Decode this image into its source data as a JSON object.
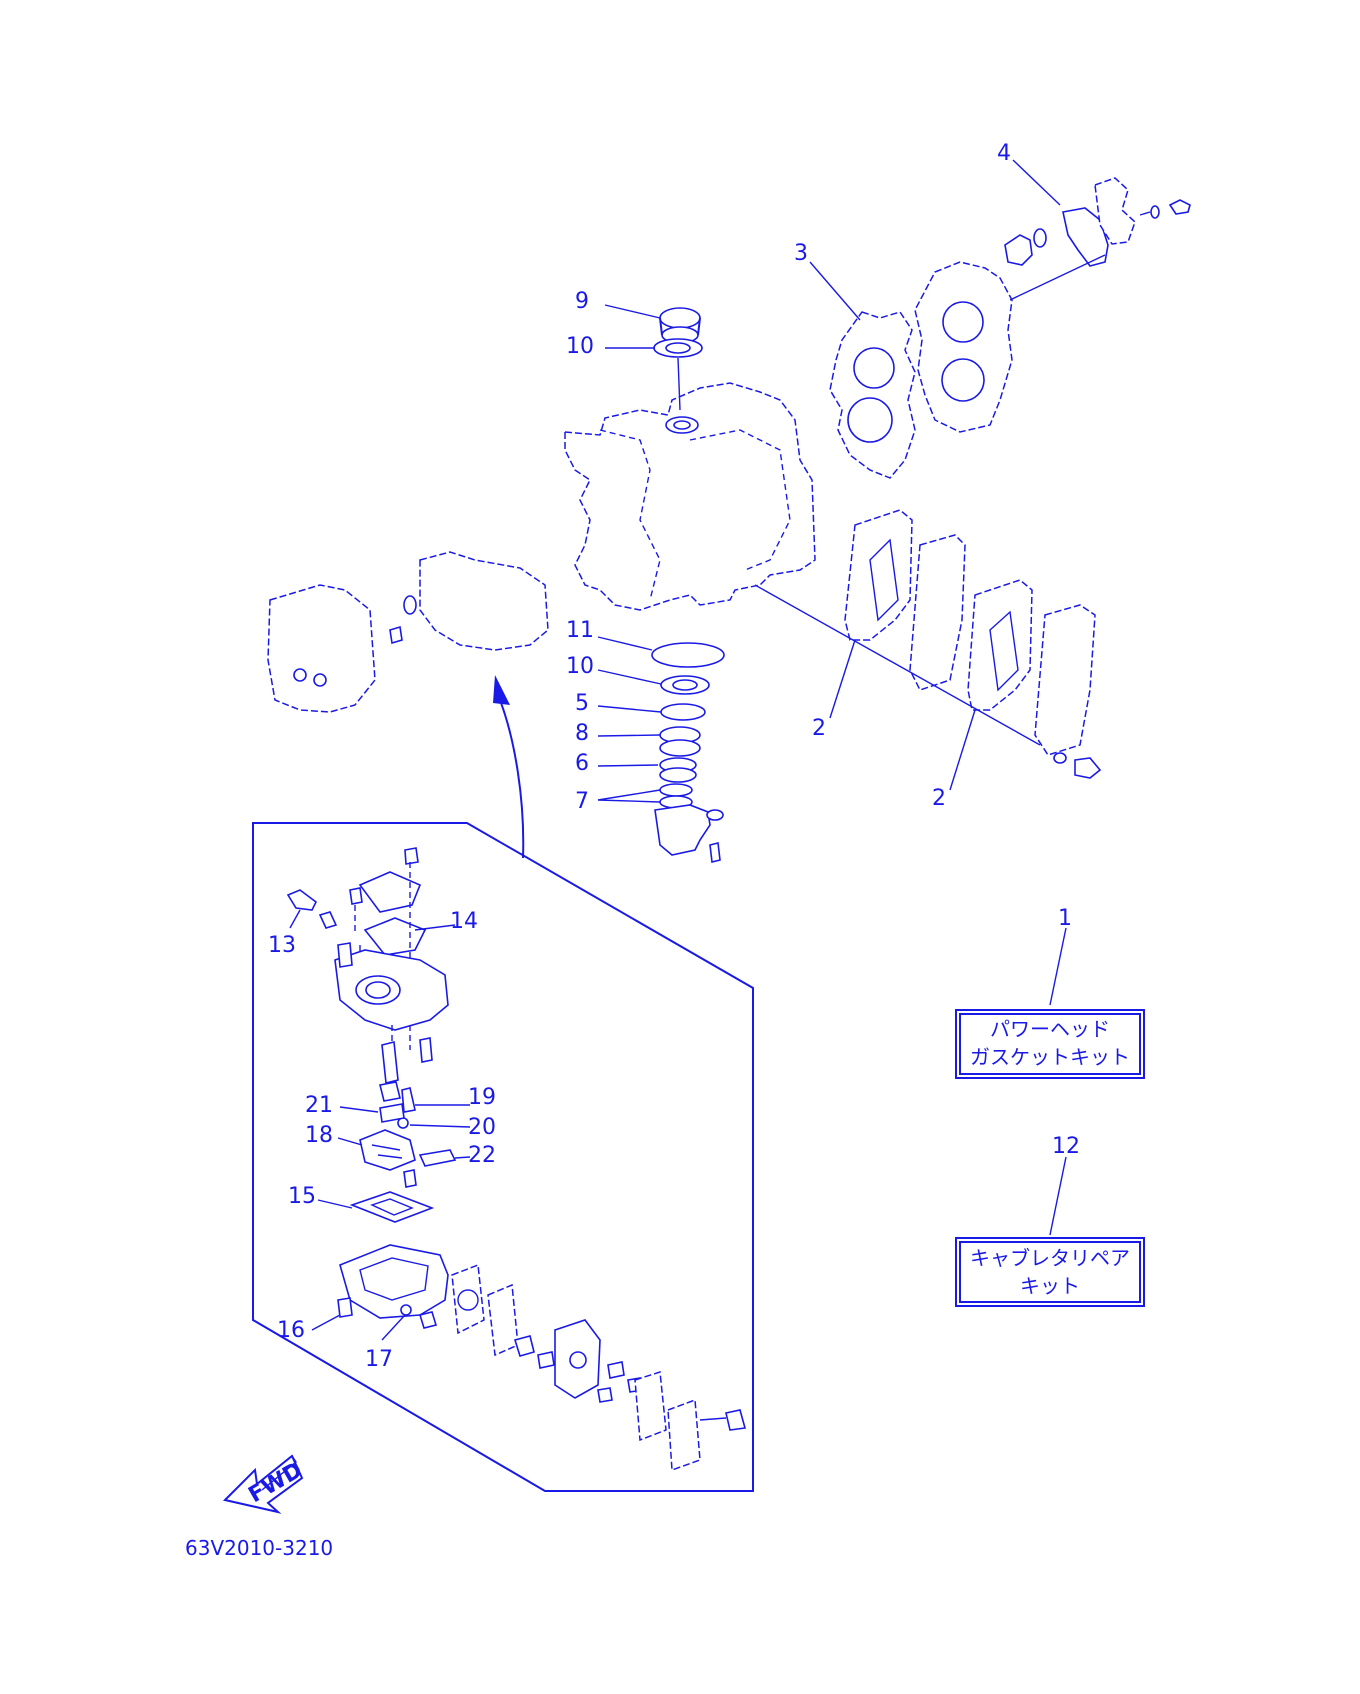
{
  "diagram_code": "63V2010-3210",
  "fwd_label": "FWD",
  "kits": [
    {
      "number": "1",
      "line1": "パワーヘッド",
      "line2": "ガスケットキット"
    },
    {
      "number": "12",
      "line1": "キャブレタリペア",
      "line2": "キット"
    }
  ],
  "callouts": {
    "c2a": "2",
    "c2b": "2",
    "c3": "3",
    "c4": "4",
    "c5": "5",
    "c6": "6",
    "c7": "7",
    "c8": "8",
    "c9": "9",
    "c10a": "10",
    "c10b": "10",
    "c11": "11",
    "c13": "13",
    "c14": "14",
    "c15": "15",
    "c16": "16",
    "c17": "17",
    "c18": "18",
    "c19": "19",
    "c20": "20",
    "c21": "21",
    "c22": "22"
  },
  "colors": {
    "line": "#1a1ae6",
    "background": "#ffffff"
  }
}
